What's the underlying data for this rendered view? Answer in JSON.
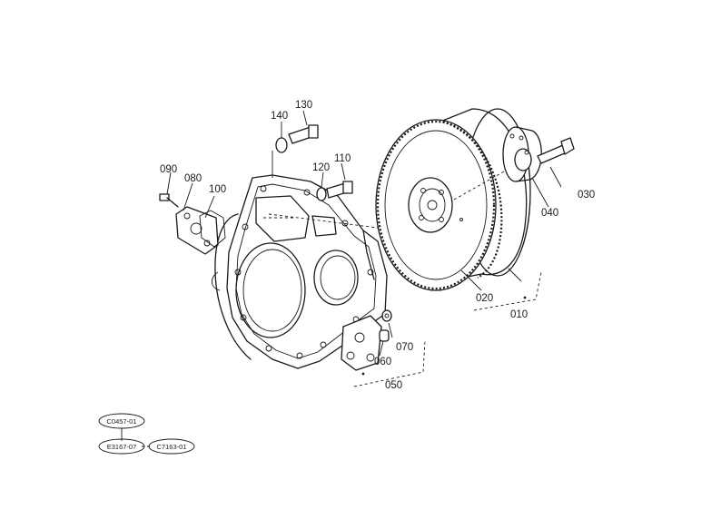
{
  "callouts": {
    "p010": "010",
    "p020": "020",
    "p030": "030",
    "p040": "040",
    "p050": "050",
    "p060": "060",
    "p070": "070",
    "p080": "080",
    "p090": "090",
    "p100": "100",
    "p110": "110",
    "p120": "120",
    "p130": "130",
    "p140": "140"
  },
  "references": {
    "top": "C0457-01",
    "left": "E3167-07",
    "right": "C7163-01"
  }
}
